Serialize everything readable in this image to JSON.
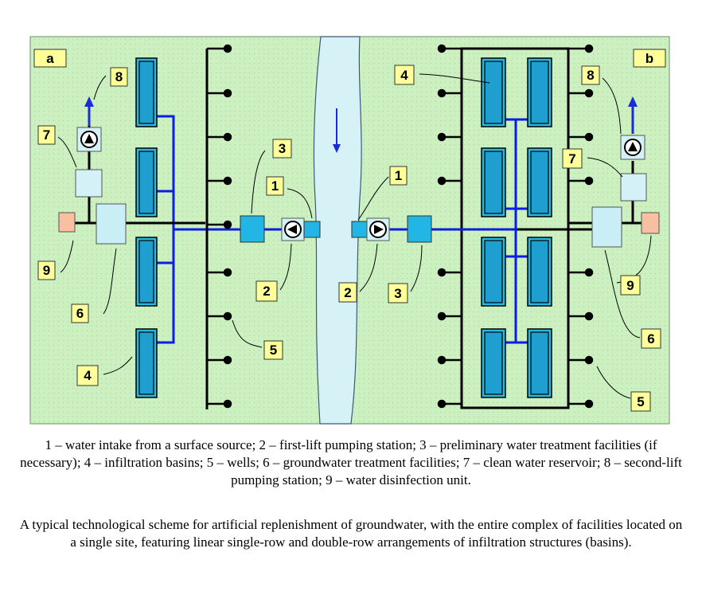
{
  "colors": {
    "site_bg": "#ccf0c0",
    "river": "#d6f2f6",
    "basin_outer": "#2ab8e0",
    "basin_inner": "#1f9fd0",
    "pipe_blue": "#0a1ee6",
    "pipe_black": "#000000",
    "treatment": "#c9eef5",
    "reservoir": "#d4f1f8",
    "facility": "#22b5e5",
    "disinfection": "#f8c0a0",
    "label_bg": "#ffff99"
  },
  "panels": {
    "left": "a",
    "right": "b"
  },
  "labels": {
    "n1": "1",
    "n2": "2",
    "n3": "3",
    "n4": "4",
    "n5": "5",
    "n6": "6",
    "n7": "7",
    "n8": "8",
    "n9": "9"
  },
  "icons": {
    "pump": "pump-icon",
    "flow_arrow": "flow-arrow-icon",
    "outflow_arrow": "outflow-arrow-icon"
  },
  "legend": "1 – water intake from a surface source; 2 – first-lift pumping station; 3 – preliminary water treatment facilities (if necessary); 4 – infiltration basins; 5 – wells; 6 – groundwater treatment facilities; 7 – clean water reservoir; 8 – second-lift pumping station; 9 – water disinfection unit.",
  "title": "A typical technological scheme for artificial replenishment of groundwater, with the entire complex of facilities located on a single site, featuring linear single-row and double-row arrangements of infiltration structures (basins)."
}
